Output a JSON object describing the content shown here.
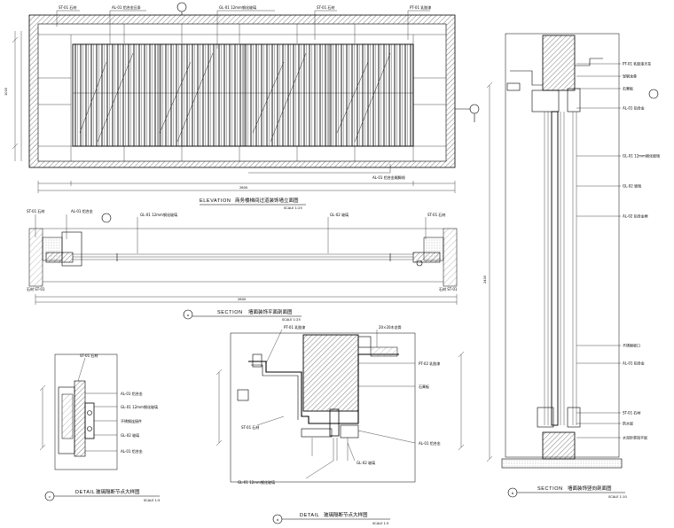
{
  "title_elevation": {
    "label": "ELEVATION",
    "cn": "商务楼梯间过道装饰墙立面图",
    "scale": "SCALE 1:25"
  },
  "title_section_a": {
    "label": "SECTION",
    "cn": "墙面装饰平面剖面图",
    "scale": "SCALE 1:25"
  },
  "title_section_b": {
    "label": "SECTION",
    "cn": "墙面装饰竖向剖面图",
    "scale": "SCALE 1:10"
  },
  "title_detail_c": {
    "label": "DETAIL",
    "cn": "玻璃隔断节点大样图",
    "scale": "SCALE 1:5"
  },
  "title_detail_d": {
    "label": "DETAIL",
    "cn": "玻璃隔断节点大样图",
    "scale": "SCALE 1:5"
  },
  "markers": {
    "a": "a",
    "b": "b",
    "c": "c",
    "d": "d"
  },
  "callouts": {
    "elev_top": [
      "ST-01 石材",
      "AL-01 铝合金压条",
      "GL-01 12mm钢化玻璃",
      "ST-01 石材",
      "PT-01 乳胶漆"
    ],
    "elev_bottom": "AL-01 铝合金踢脚线",
    "plan_top": [
      "ST-01 石材",
      "AL-01 铝合金",
      "GL-01 12mm钢化玻璃",
      "GL-02 玻璃",
      "ST-01 石材"
    ],
    "plan_left": "ST-01 石材",
    "plan_bottom": [
      "石材 ST-01",
      "石材 ST-01"
    ],
    "sec_b_right": [
      "PT-01 乳胶漆天花",
      "轻钢龙骨",
      "石膏板",
      "AL-01 铝合金",
      "GL-01 12mm钢化玻璃",
      "GL-02 玻璃",
      "AL-02 铝合金框",
      "不锈钢收口",
      "AL-01 铝合金",
      "ST-01 石材",
      "防水层",
      "水泥砂浆找平层"
    ],
    "detail_c": [
      "ST-01 石材",
      "AL-01 铝合金",
      "GL-01 12mm钢化玻璃",
      "不锈钢连接件",
      "GL-02 玻璃",
      "AL-01 铝合金"
    ],
    "detail_d": [
      "PT-01 乳胶漆",
      "20×20木龙骨",
      "PT-02 乳胶漆",
      "石膏板",
      "ST-01 石材",
      "AL-01 铝合金",
      "GL-01 12mm钢化玻璃",
      "GL-02 玻璃"
    ]
  },
  "dims": {
    "elev_total": "2600",
    "elev_height": "1000",
    "plan_total": "2600",
    "sec_height": "2400"
  }
}
